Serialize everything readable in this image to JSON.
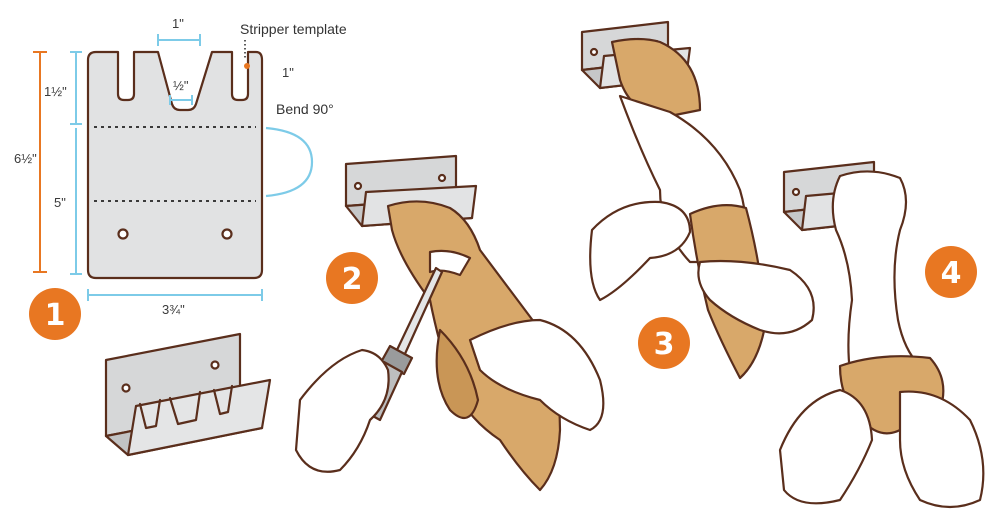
{
  "labels": {
    "stripper_template": "Stripper template",
    "bend": "Bend 90°",
    "dim_slot_width": "1\"",
    "dim_slot_gap": "½\"",
    "dim_tab_height": "1\"",
    "dim_top": "1½\"",
    "dim_total": "6½\"",
    "dim_body": "5\"",
    "dim_width": "3¾\""
  },
  "steps": [
    {
      "number": "1"
    },
    {
      "number": "2"
    },
    {
      "number": "3"
    },
    {
      "number": "4"
    }
  ],
  "colors": {
    "accent_orange": "#e87722",
    "dimension_blue": "#7dcbe8",
    "metal": "#d9dadb",
    "fur": "#d8a86a",
    "outline": "#5a2e1c",
    "skin": "#ffffff"
  }
}
